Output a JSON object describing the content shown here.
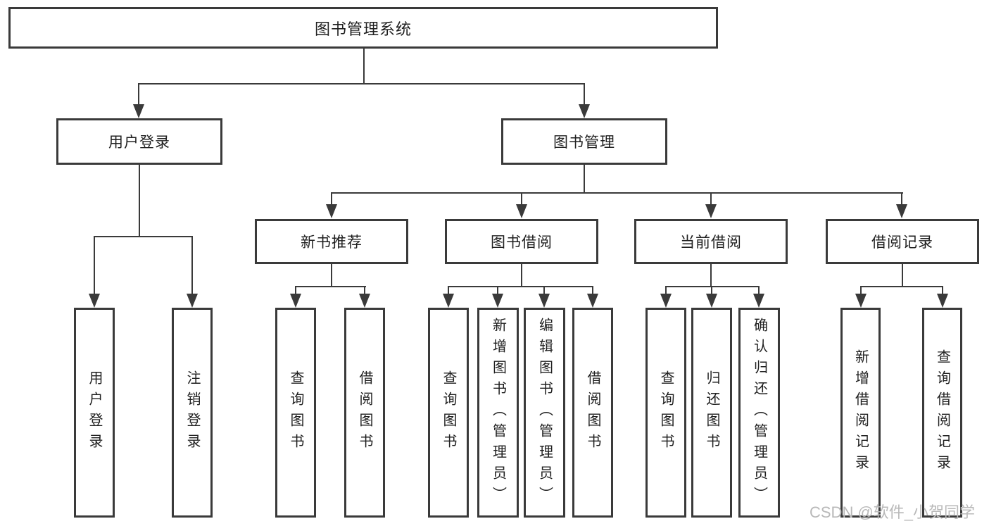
{
  "diagram": {
    "root": {
      "label": "图书管理系统"
    },
    "branches": [
      {
        "label": "用户登录",
        "children": [
          {
            "label": "用户登录"
          },
          {
            "label": "注销登录"
          }
        ]
      },
      {
        "label": "图书管理",
        "children": [
          {
            "label": "新书推荐",
            "children": [
              {
                "label": "查询图书"
              },
              {
                "label": "借阅图书"
              }
            ]
          },
          {
            "label": "图书借阅",
            "children": [
              {
                "label": "查询图书"
              },
              {
                "label": "新增图书（管理员）"
              },
              {
                "label": "编辑图书（管理员）"
              },
              {
                "label": "借阅图书"
              }
            ]
          },
          {
            "label": "当前借阅",
            "children": [
              {
                "label": "查询图书"
              },
              {
                "label": "归还图书"
              },
              {
                "label": "确认归还（管理员）"
              }
            ]
          },
          {
            "label": "借阅记录",
            "children": [
              {
                "label": "新增借阅记录"
              },
              {
                "label": "查询借阅记录"
              }
            ]
          }
        ]
      }
    ]
  },
  "watermark": {
    "text": "CSDN @软件_小贺同学"
  },
  "colors": {
    "line": "#3a3a3a",
    "text": "#1f1f1f",
    "background": "#ffffff",
    "watermark": "#b9b9b9"
  }
}
